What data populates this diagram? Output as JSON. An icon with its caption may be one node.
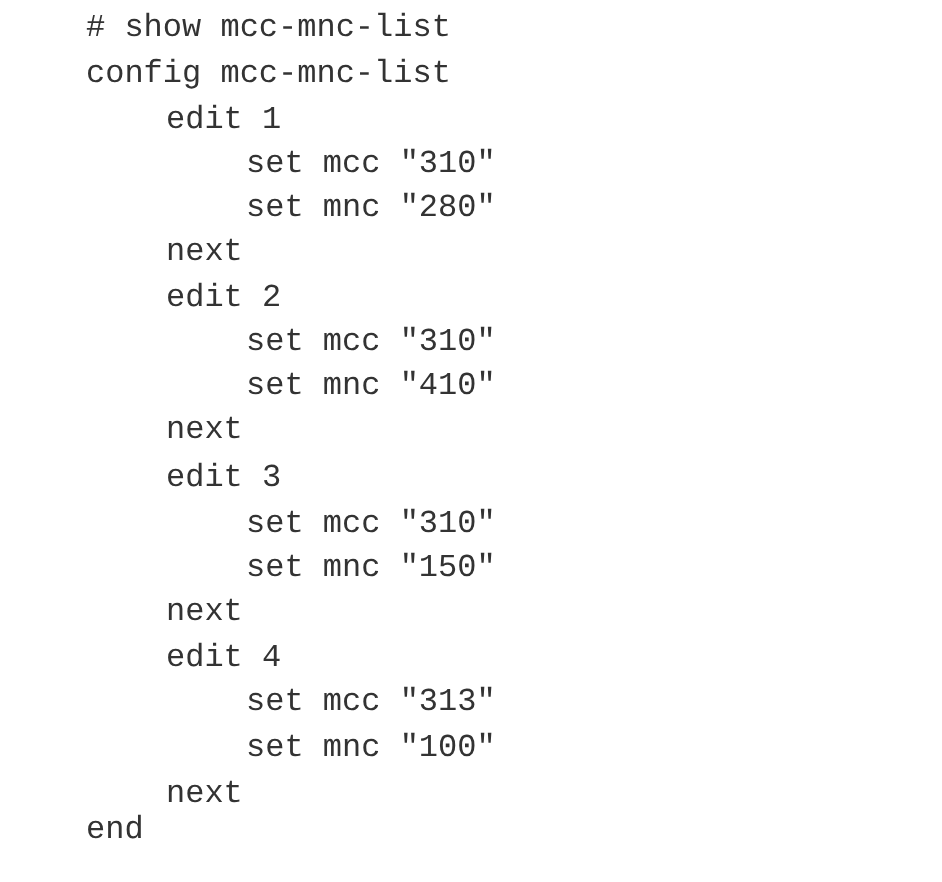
{
  "diagram": {
    "labels": [
      "# show mcc-mnc-list",
      "config mcc-mnc-list",
      "edit 1",
      "set mcc \"310\"",
      "set mnc \"280\"",
      "next",
      "edit 2",
      "set mcc \"310\"",
      "set mnc \"410\"",
      "next",
      "edit 3",
      "set mcc \"310\"",
      "set mnc \"150\"",
      "next",
      "edit 4",
      "set mcc \"313\"",
      "set mnc \"100\"",
      "next",
      "end"
    ]
  }
}
